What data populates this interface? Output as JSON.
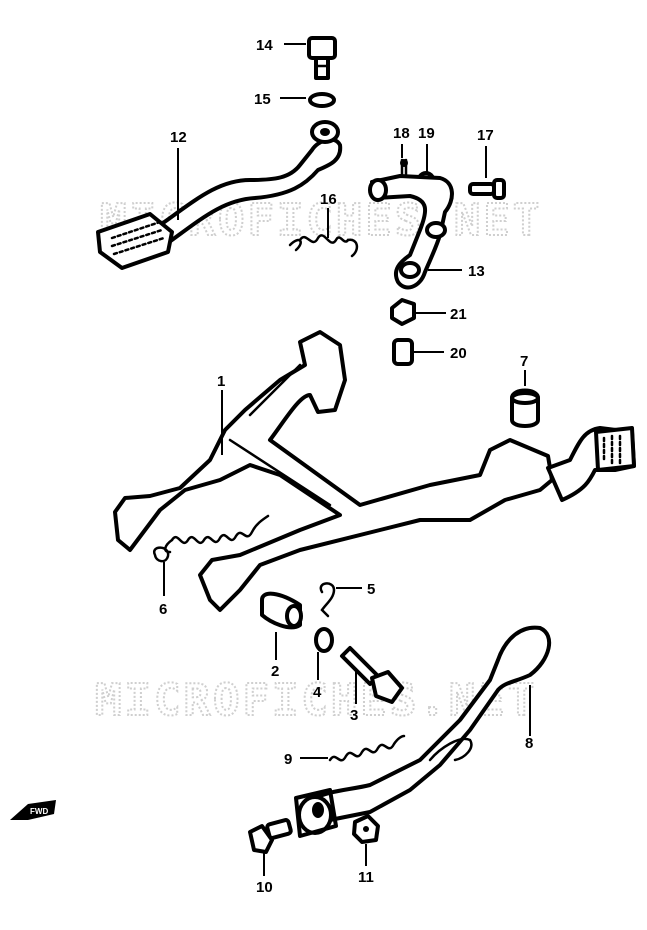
{
  "watermark": "MICROFICHES.NET",
  "direction_marker": "FWD",
  "callouts": {
    "c1": "1",
    "c2": "2",
    "c3": "3",
    "c4": "4",
    "c5": "5",
    "c6": "6",
    "c7": "7",
    "c8": "8",
    "c9": "9",
    "c10": "10",
    "c11": "11",
    "c12": "12",
    "c13": "13",
    "c14": "14",
    "c15": "15",
    "c16": "16",
    "c17": "17",
    "c18": "18",
    "c19": "19",
    "c20": "20",
    "c21": "21"
  }
}
